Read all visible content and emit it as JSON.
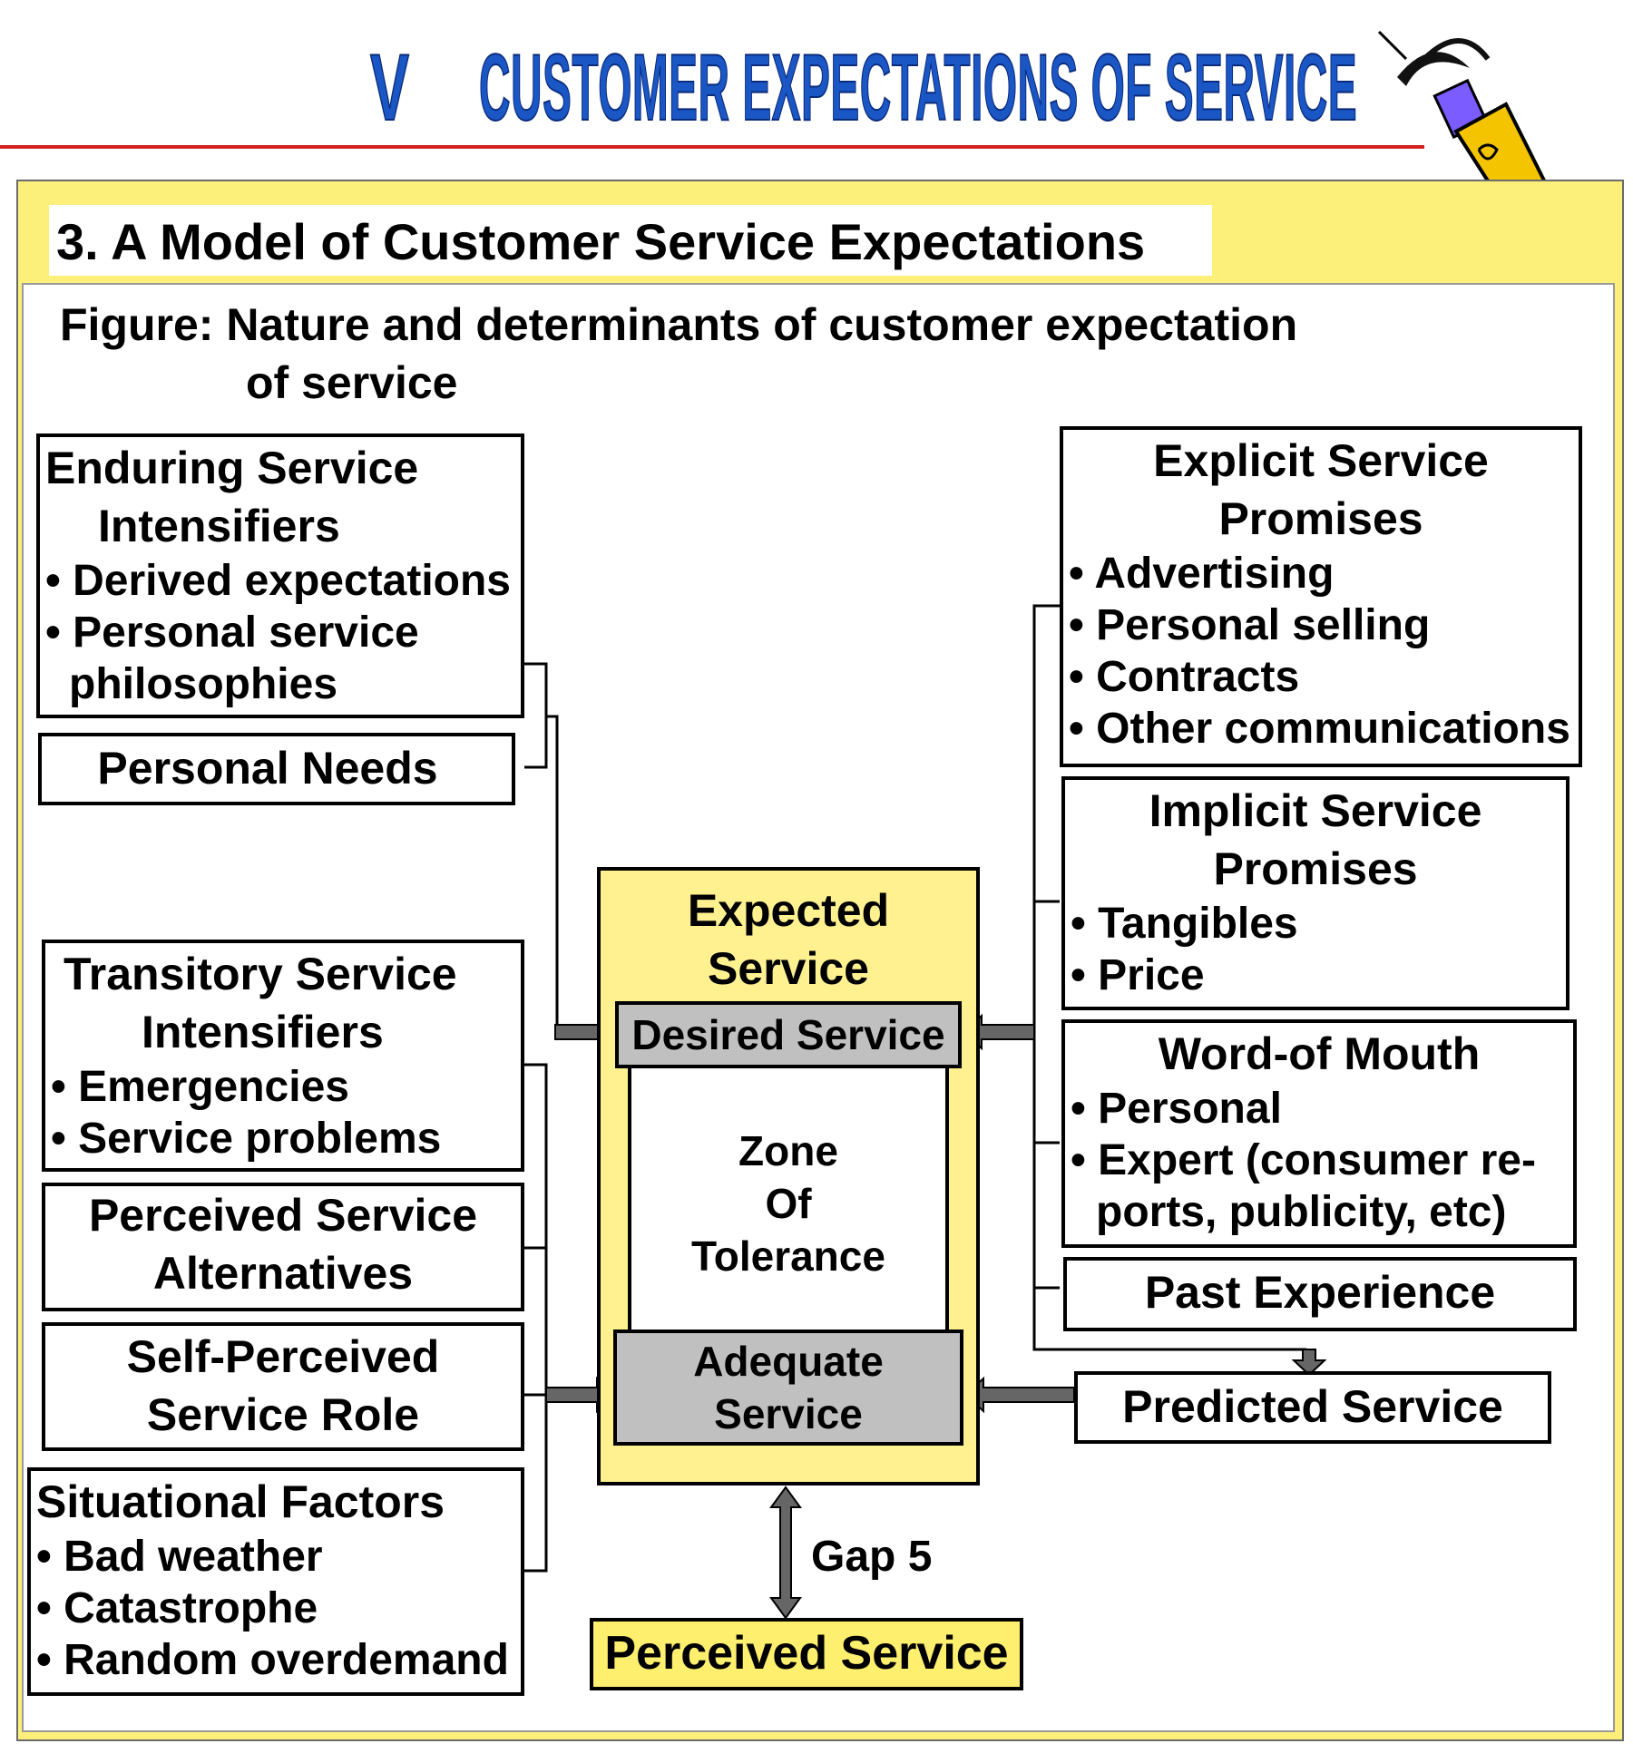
{
  "header": {
    "roman": "V",
    "title": "CUSTOMER EXPECTATIONS OF SERVICE"
  },
  "section_title": "3. A Model of Customer Service Expectations",
  "figure_caption": {
    "line1": "Figure: Nature and determinants of customer expectation",
    "line2": "of service"
  },
  "left_boxes": {
    "enduring": {
      "heading1": "Enduring Service",
      "heading2": "Intensifiers",
      "items": [
        "• Derived expectations",
        "• Personal service",
        "philosophies"
      ]
    },
    "personal_needs": "Personal Needs",
    "transitory": {
      "heading1": "Transitory Service",
      "heading2": "Intensifiers",
      "items": [
        "• Emergencies",
        "• Service problems"
      ]
    },
    "perceived_alternatives": {
      "line1": "Perceived Service",
      "line2": "Alternatives"
    },
    "self_perceived": {
      "line1": "Self-Perceived",
      "line2": "Service Role"
    },
    "situational": {
      "heading": "Situational Factors",
      "items": [
        "• Bad weather",
        "• Catastrophe",
        "• Random overdemand"
      ]
    }
  },
  "center": {
    "expected_line1": "Expected",
    "expected_line2": "Service",
    "desired": "Desired Service",
    "zone_line1": "Zone",
    "zone_line2": "Of",
    "zone_line3": "Tolerance",
    "adequate_line1": "Adequate",
    "adequate_line2": "Service",
    "gap": "Gap 5",
    "perceived": "Perceived Service"
  },
  "right_boxes": {
    "explicit": {
      "heading1": "Explicit Service",
      "heading2": "Promises",
      "items": [
        "• Advertising",
        "• Personal selling",
        "• Contracts",
        "• Other communications"
      ]
    },
    "implicit": {
      "heading1": "Implicit Service",
      "heading2": "Promises",
      "items": [
        "• Tangibles",
        "• Price"
      ]
    },
    "word_of_mouth": {
      "heading": "Word-of Mouth",
      "items": [
        "• Personal",
        "• Expert (consumer  re-",
        "ports, publicity, etc)"
      ]
    },
    "past_experience": "Past Experience",
    "predicted": "Predicted Service"
  },
  "colors": {
    "title_blue": "#1a56c4",
    "rule_red": "#d62020",
    "panel_yellow": "#fdf07a",
    "expected_yellow": "#fff190",
    "box_gray": "#c0c0c0"
  }
}
